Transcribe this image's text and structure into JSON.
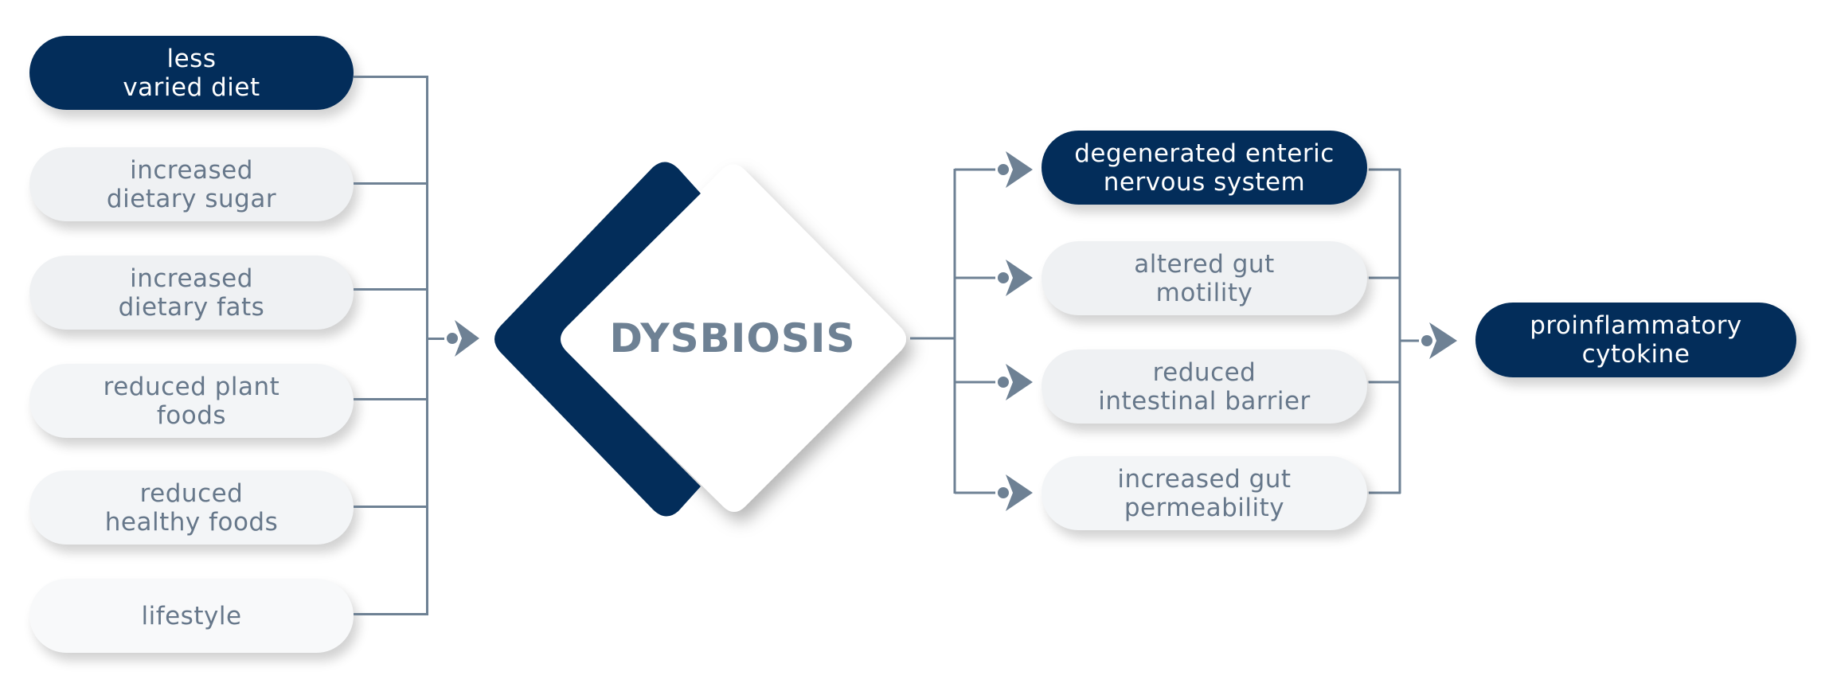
{
  "colors": {
    "navy": "#032d5a",
    "connector": "#6e8194",
    "label_text": "#66778a",
    "pill_light": "#eff1f3"
  },
  "center": {
    "label": "DYSBIOSIS",
    "shape": "diamond-with-navy-chevron"
  },
  "causes": [
    {
      "label": "less\nvaried diet",
      "style": "dark"
    },
    {
      "label": "increased\ndietary sugar",
      "style": "light"
    },
    {
      "label": "increased\ndietary fats",
      "style": "light"
    },
    {
      "label": "reduced plant\nfoods",
      "style": "light"
    },
    {
      "label": "reduced\nhealthy foods",
      "style": "light"
    },
    {
      "label": "lifestyle",
      "style": "light"
    }
  ],
  "effects": [
    {
      "label": "degenerated enteric\nnervous system",
      "style": "dark"
    },
    {
      "label": "altered gut\nmotility",
      "style": "light"
    },
    {
      "label": "reduced\nintestinal barrier",
      "style": "light"
    },
    {
      "label": "increased gut\npermeability",
      "style": "light"
    }
  ],
  "outcome": {
    "label": "proinflammatory\ncytokine",
    "style": "dark"
  },
  "icons": {
    "arrow": "arrow-right-icon"
  }
}
